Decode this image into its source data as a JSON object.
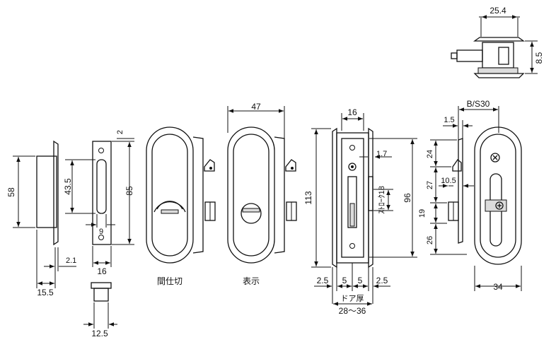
{
  "dimensions": {
    "top_width": "25.4",
    "top_height": "8.5",
    "plate_depth": "58",
    "flange": "2.1",
    "body_depth": "15.5",
    "slot_length": "43.5",
    "slot_width": "9",
    "plate_width": "16",
    "cup_width": "12.5",
    "top_offset": "2",
    "plate_height": "85",
    "escutcheon_width": "47",
    "case_width": "16",
    "offset_17": "1.7",
    "overall_height": "113",
    "case_height": "96",
    "stroke": "ｽﾄﾛｰｸ18",
    "side_2_5_left": "2.5",
    "side_5_left": "5",
    "side_5_right": "5",
    "side_2_5_right": "2.5",
    "door_thickness_label": "ドア厚",
    "door_thickness_range": "28～36",
    "backset": "B/S30",
    "backset_15": "1.5",
    "dim_24": "24",
    "dim_27": "27",
    "dim_105": "10.5",
    "dim_19": "19",
    "dim_26": "26",
    "width_34": "34"
  },
  "labels": {
    "privacy": "間仕切",
    "indicator": "表示"
  }
}
